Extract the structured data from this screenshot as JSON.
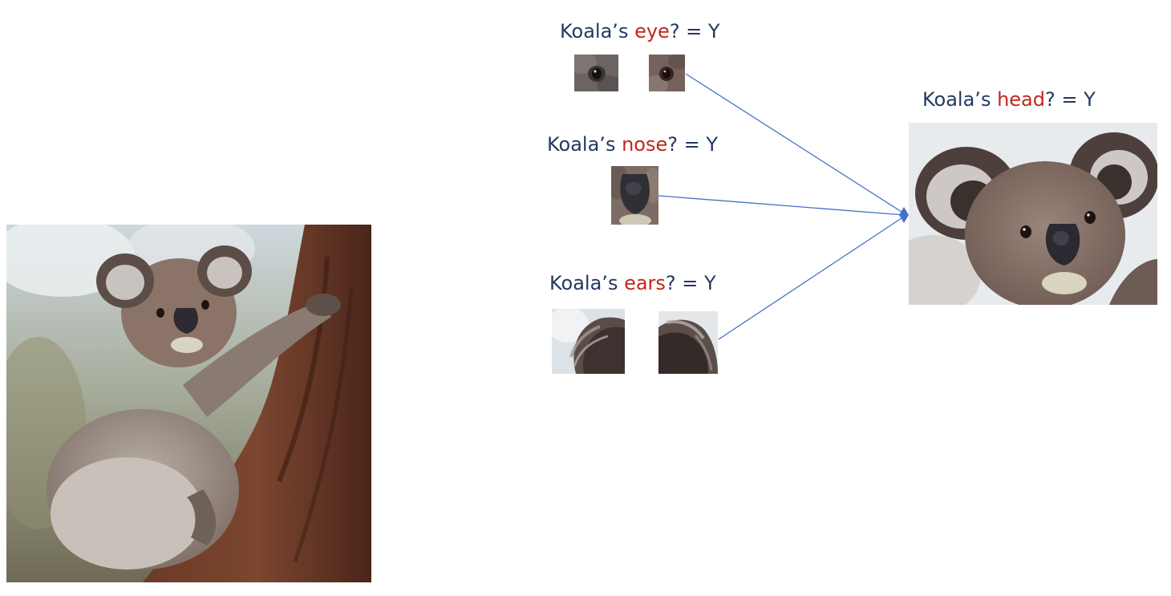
{
  "labels": {
    "eye": {
      "prefix": "Koala’s ",
      "keyword": "eye",
      "suffix": "? = Y"
    },
    "nose": {
      "prefix": "Koala’s ",
      "keyword": "nose",
      "suffix": "? = Y"
    },
    "ears": {
      "prefix": "Koala’s ",
      "keyword": "ears",
      "suffix": "? = Y"
    },
    "head": {
      "prefix": "Koala’s ",
      "keyword": "head",
      "suffix": "? = Y"
    }
  },
  "colors": {
    "text": "#24395f",
    "keyword": "#c0281c",
    "connector": "#4472c4"
  },
  "images": {
    "full_koala": "koala-climbing-tree-photo",
    "eye_left": "koala-eye-crop",
    "eye_right": "koala-eye-crop",
    "nose": "koala-nose-crop",
    "ear_left": "koala-ear-crop",
    "ear_right": "koala-ear-crop",
    "head": "koala-head-crop"
  }
}
